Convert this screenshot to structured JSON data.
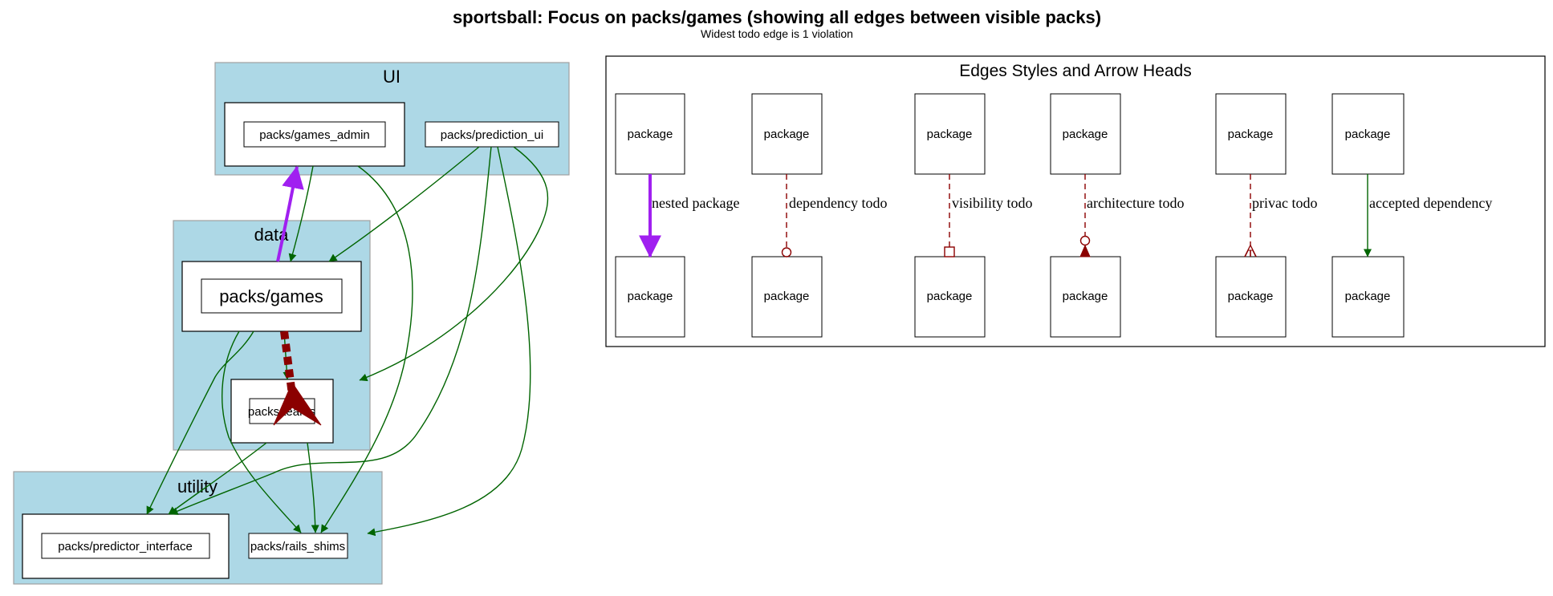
{
  "title": "sportsball: Focus on packs/games (showing all edges between visible packs)",
  "subtitle": "Widest todo edge is 1 violation",
  "clusters": {
    "ui": "UI",
    "data": "data",
    "utility": "utility"
  },
  "packages": {
    "games_admin": "packs/games_admin",
    "prediction_ui": "packs/prediction_ui",
    "games": "packs/games",
    "teams": "packs/teams",
    "predictor_interface": "packs/predictor_interface",
    "rails_shims": "packs/rails_shims"
  },
  "legend": {
    "title": "Edges Styles and Arrow Heads",
    "node_label": "package",
    "edges": [
      {
        "label": "nested package",
        "color": "#a020f0",
        "style": "solid",
        "head": "normal"
      },
      {
        "label": "dependency todo",
        "color": "#8b0000",
        "style": "dashed",
        "head": "odot"
      },
      {
        "label": "visibility todo",
        "color": "#8b0000",
        "style": "dashed",
        "head": "obox"
      },
      {
        "label": "architecture todo",
        "color": "#8b0000",
        "style": "dashed",
        "head": "dotnormal"
      },
      {
        "label": "privac todo",
        "color": "#8b0000",
        "style": "dashed",
        "head": "ocrow"
      },
      {
        "label": "accepted dependency",
        "color": "#006400",
        "style": "solid",
        "head": "normal"
      }
    ]
  },
  "colors": {
    "cluster_fill": "#add8e6",
    "cluster_border": "#a0a0a0",
    "dependency": "#006400",
    "nested": "#a020f0",
    "todo": "#8b0000"
  }
}
